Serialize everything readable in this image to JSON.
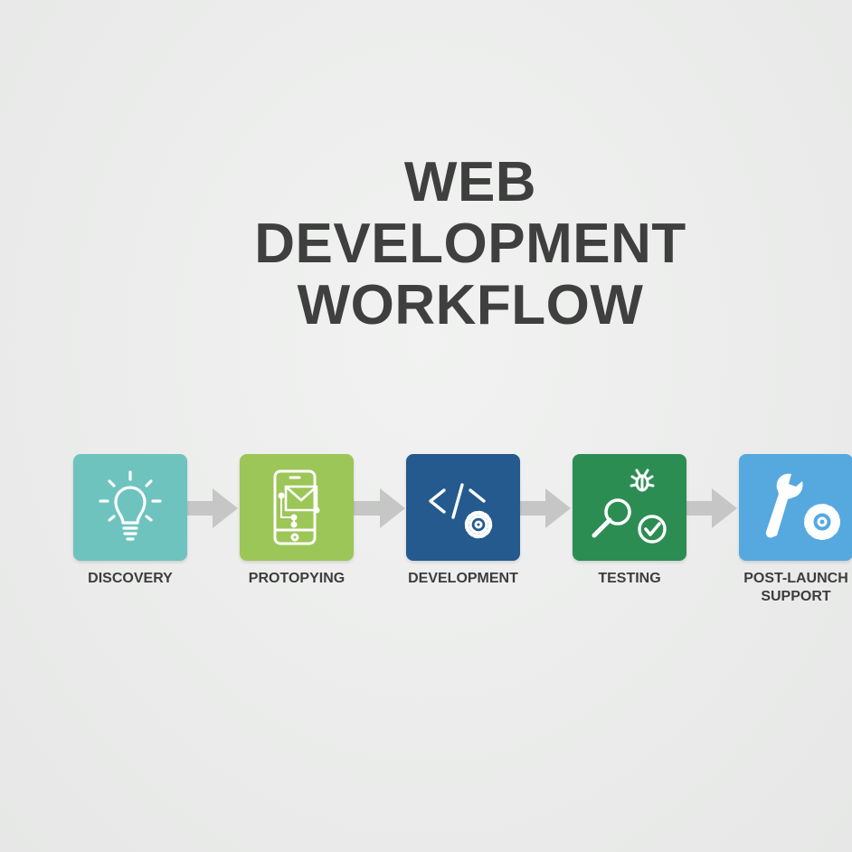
{
  "title": {
    "line1": "WEB DEVELOPMENT",
    "line2": "WORKFLOW"
  },
  "steps": [
    {
      "label": "DISCOVERY",
      "icon": "lightbulb-icon",
      "color": "#6ec3bf"
    },
    {
      "label": "PROTOPYING",
      "icon": "mobile-wireframe-icon",
      "color": "#9cc657"
    },
    {
      "label": "DEVELOPMENT",
      "icon": "code-gear-icon",
      "color": "#245a8e"
    },
    {
      "label": "TESTING",
      "icon": "bug-search-check-icon",
      "color": "#2c8d53"
    },
    {
      "label": "POST-LAUNCH\nSUPPORT",
      "icon": "wrench-gear-icon",
      "color": "#56a9df"
    }
  ],
  "arrow_color": "#c5c6c5"
}
